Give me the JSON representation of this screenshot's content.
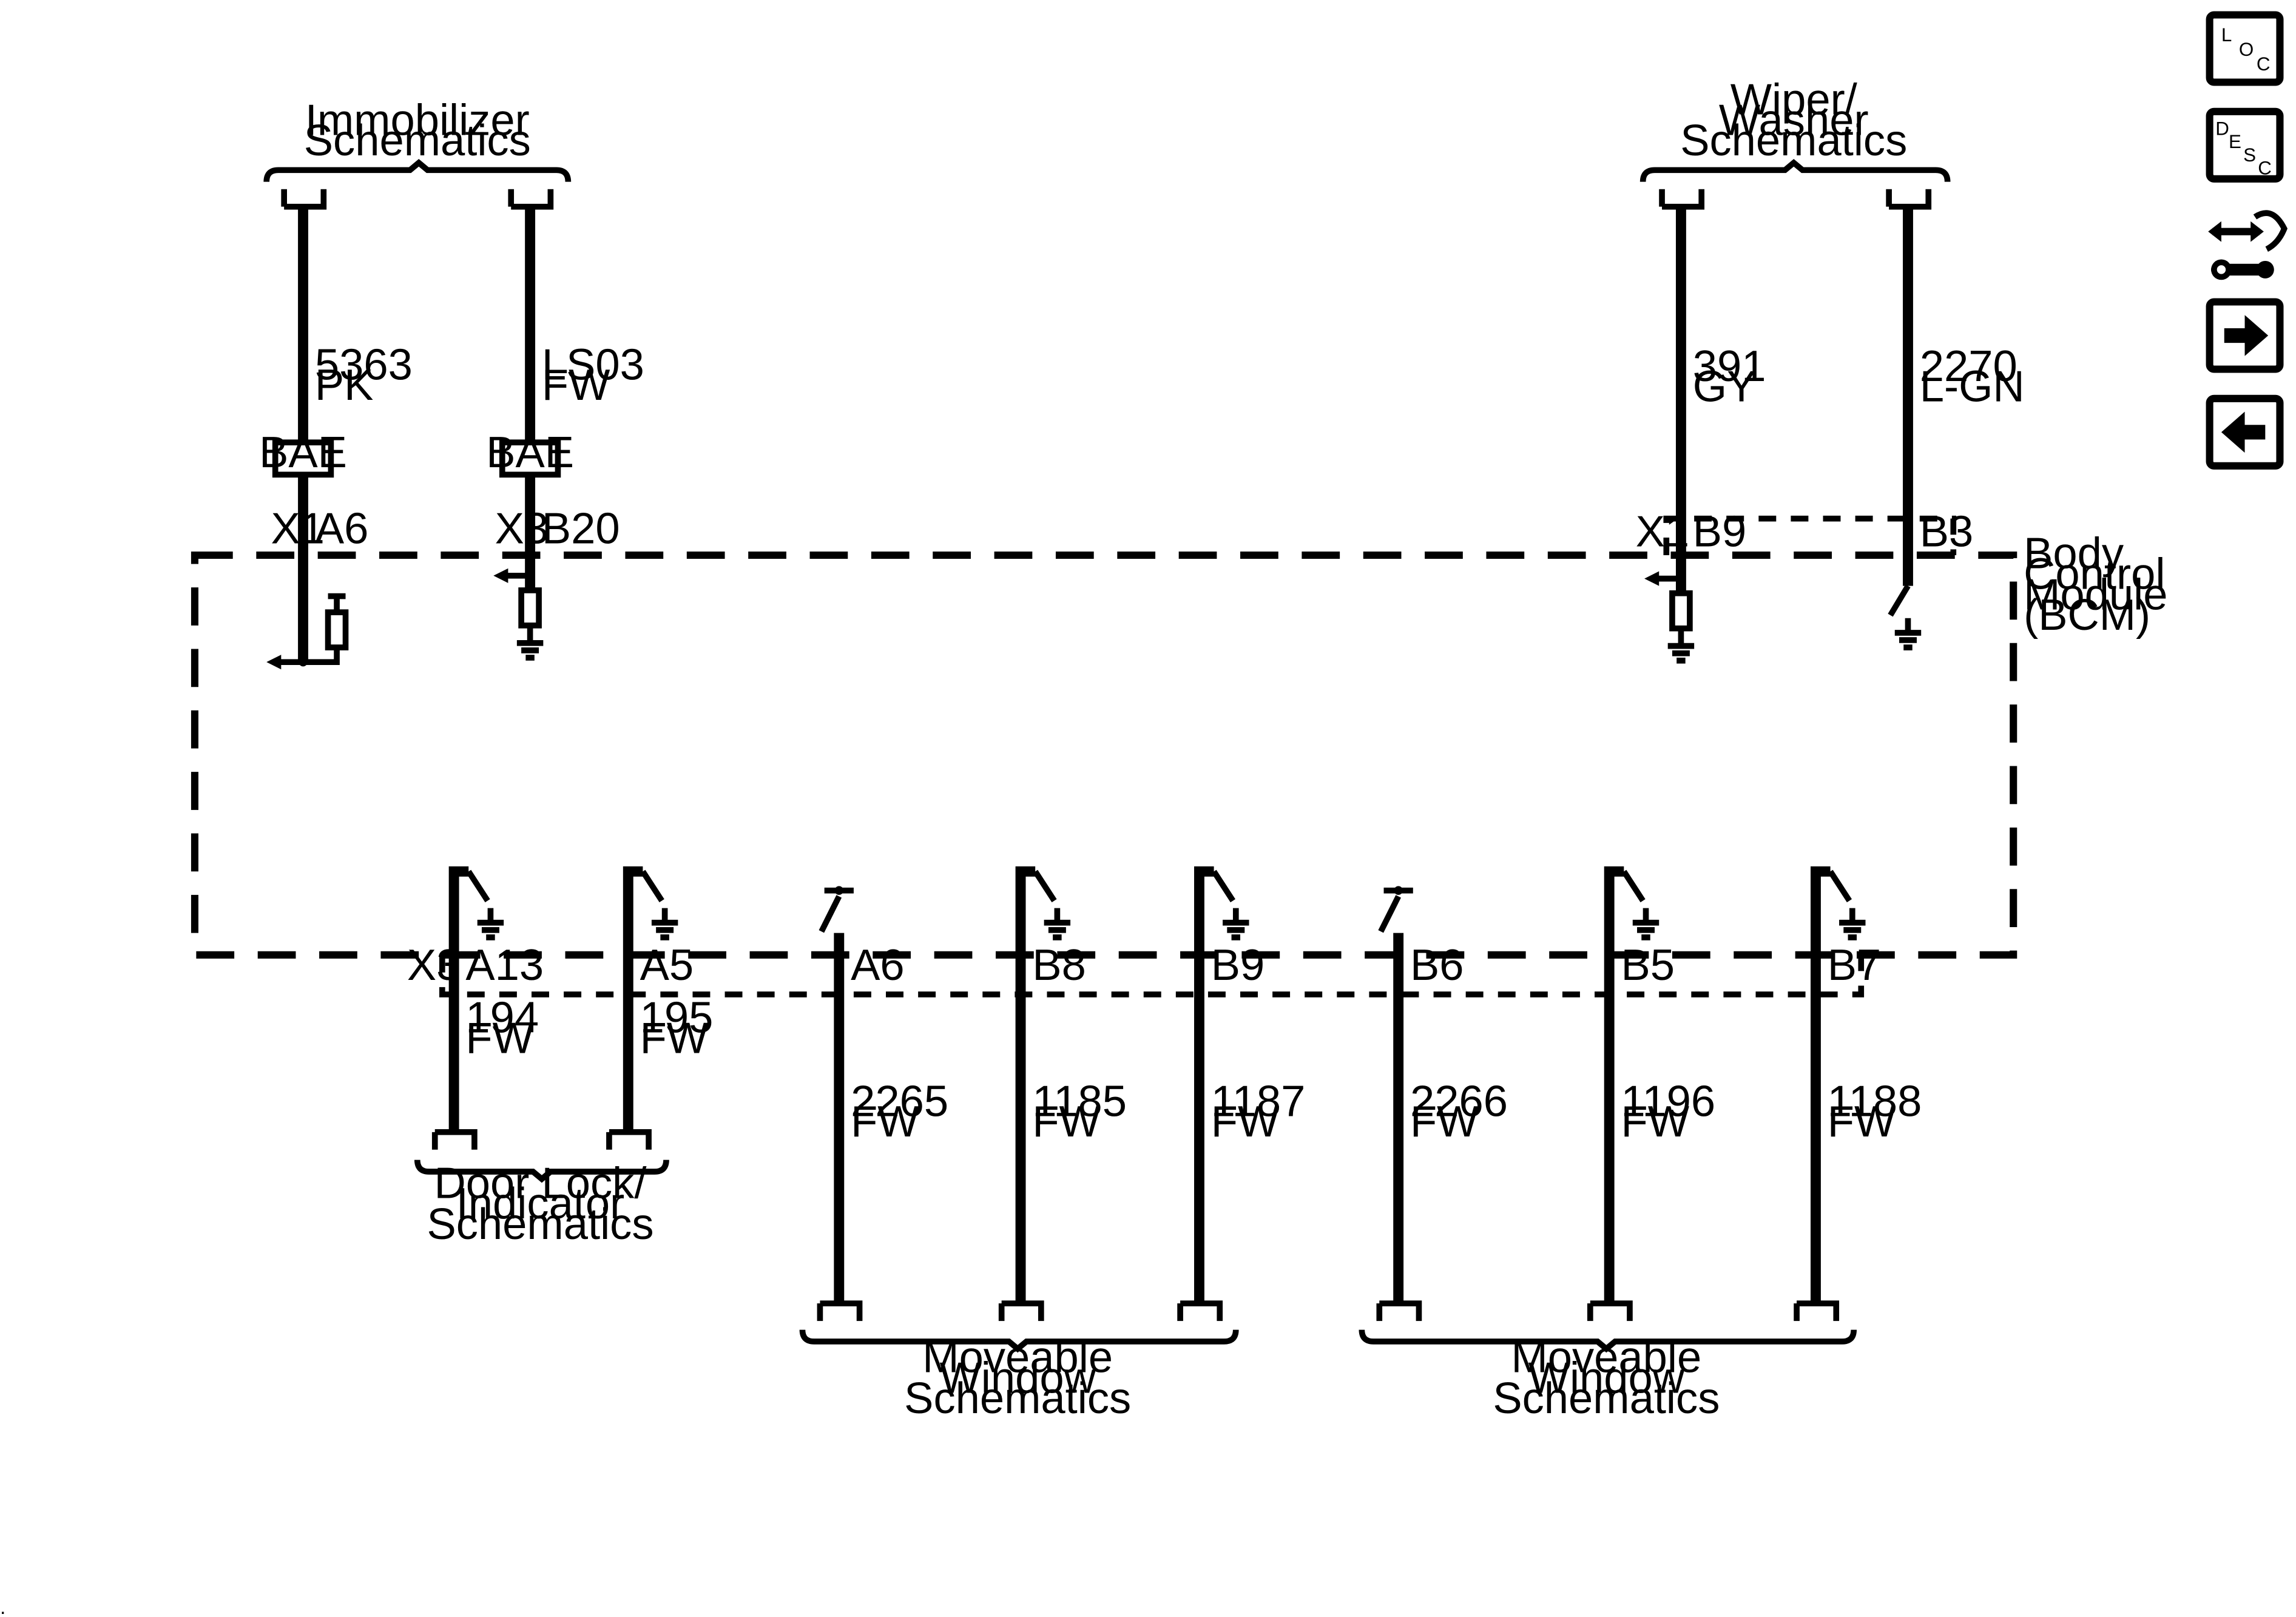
{
  "sections": {
    "immobilizer": [
      "Immobilizer",
      "Schematics"
    ],
    "wiper": [
      "Wiper/",
      "Washer",
      "Schematics"
    ],
    "door_lock": [
      "Door Lock/",
      "Indicator",
      "Schematics"
    ],
    "window_left": [
      "Moveable",
      "Window",
      "Schematics"
    ],
    "window_right": [
      "Moveable",
      "Window",
      "Schematics"
    ]
  },
  "module": [
    "Body",
    "Control",
    "Module",
    "(BCM)"
  ],
  "top_circuits": [
    {
      "circuit": "5363",
      "color": "PK",
      "splice": "BAE",
      "connector": "X1",
      "pin": "A6"
    },
    {
      "circuit": "LS03",
      "color": "FW",
      "splice": "BAE",
      "connector": "X3",
      "pin": "B20"
    },
    {
      "circuit": "391",
      "color": "GY",
      "connector": "X1",
      "pin": "B9"
    },
    {
      "circuit": "2270",
      "color": "L-GN",
      "pin": "B3"
    }
  ],
  "bottom_connector": "X3",
  "bottom_circuits": [
    {
      "pin": "A13",
      "circuit": "194",
      "color": "FW"
    },
    {
      "pin": "A5",
      "circuit": "195",
      "color": "FW"
    },
    {
      "pin": "A6",
      "circuit": "2265",
      "color": "FW"
    },
    {
      "pin": "B8",
      "circuit": "1185",
      "color": "FW"
    },
    {
      "pin": "B9",
      "circuit": "1187",
      "color": "FW"
    },
    {
      "pin": "B6",
      "circuit": "2266",
      "color": "FW"
    },
    {
      "pin": "B5",
      "circuit": "1196",
      "color": "FW"
    },
    {
      "pin": "B7",
      "circuit": "1188",
      "color": "FW"
    }
  ],
  "nav": {
    "loc": [
      "L",
      "O",
      "C"
    ],
    "desc": [
      "D",
      "E",
      "S",
      "C"
    ],
    "icons": [
      "connector-wrench-icon",
      "arrow-right-icon",
      "arrow-left-icon"
    ]
  },
  "corner_mark": "."
}
